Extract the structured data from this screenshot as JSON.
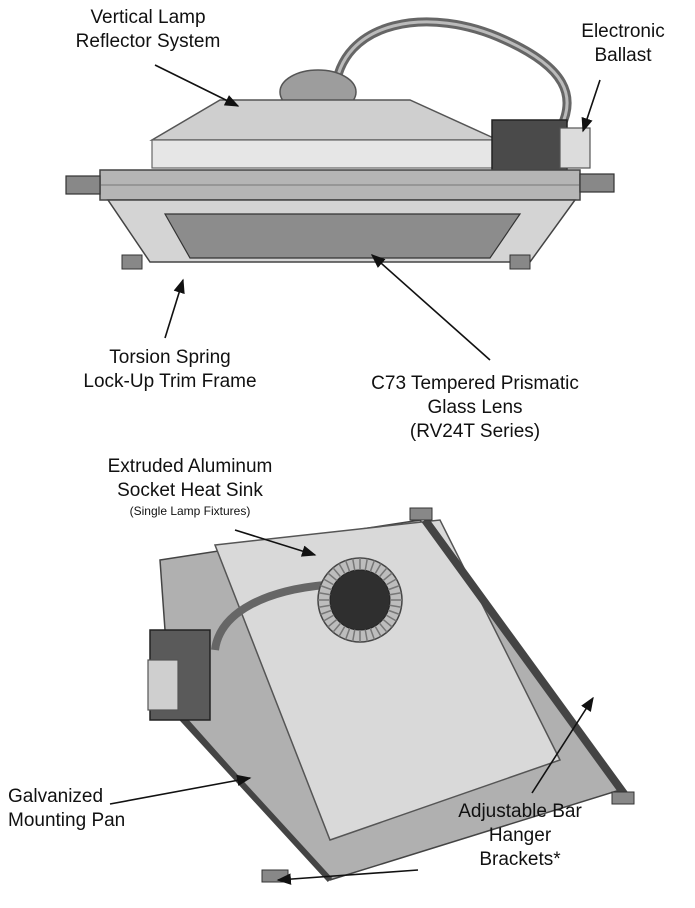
{
  "labels": {
    "reflector": {
      "line1": "Vertical Lamp",
      "line2": "Reflector System"
    },
    "ballast": {
      "line1": "Electronic",
      "line2": "Ballast"
    },
    "torsion": {
      "line1": "Torsion Spring",
      "line2": "Lock-Up Trim Frame"
    },
    "lens": {
      "line1": "C73 Tempered Prismatic",
      "line2": "Glass Lens",
      "line3": "(RV24T Series)"
    },
    "heatsink": {
      "line1": "Extruded Aluminum",
      "line2": "Socket Heat Sink",
      "line3": "(Single Lamp Fixtures)"
    },
    "pan": {
      "line1": "Galvanized",
      "line2": "Mounting Pan"
    },
    "hanger": {
      "line1": "Adjustable Bar",
      "line2": "Hanger",
      "line3": "Brackets*"
    }
  },
  "colors": {
    "metal_light": "#d9d9d9",
    "metal_mid": "#a8a8a8",
    "metal_dark": "#5a5a5a",
    "lens": "#8c8c8c",
    "line": "#111111"
  }
}
